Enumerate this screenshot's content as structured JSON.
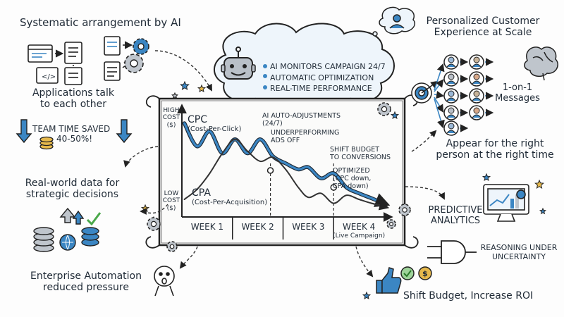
{
  "top_left_title": "Systematic arrangement by AI",
  "apps_talk": [
    "Applications talk",
    "to each other"
  ],
  "team_saved": [
    "TEAM TIME SAVED",
    "40-50%!"
  ],
  "real_world": [
    "Real-world data for",
    "strategic decisions"
  ],
  "enterprise": [
    "Enterprise Automation",
    "reduced pressure"
  ],
  "personalized": [
    "Personalized Customer",
    "Experience at Scale"
  ],
  "one_on_one": [
    "1-on-1",
    "Messages"
  ],
  "appear": [
    "Appear for the right",
    "person at the right time"
  ],
  "predictive": [
    "PREDICTIVE",
    "ANALYTICS"
  ],
  "reasoning": [
    "REASONING UNDER",
    "UNCERTAINTY"
  ],
  "shift_roi": "Shift Budget, Increase ROI",
  "bubble": {
    "items": [
      "AI MONITORS CAMPAIGN 24/7",
      "AUTOMATIC OPTIMIZATION",
      "REAL-TIME PERFORMANCE"
    ]
  },
  "chart": {
    "high_cost": [
      "HIGH",
      "COST",
      "($)"
    ],
    "low_cost": [
      "LOW",
      "COST",
      "($)"
    ],
    "cpc": [
      "CPC",
      "(Cost-Per-Click)"
    ],
    "cpa": [
      "CPA",
      "(Cost-Per-Acquisition)"
    ],
    "annotations": {
      "auto": [
        "AI AUTO-ADJUSTMENTS",
        "(24/7)"
      ],
      "under": [
        "UNDERPERFORMING",
        "ADS OFF"
      ],
      "shift": [
        "SHIFT BUDGET",
        "TO CONVERSIONS"
      ],
      "optimized": [
        "OPTIMIZED",
        "(CPC down,",
        "CPA down)"
      ]
    }
  },
  "chart_data": {
    "type": "line",
    "title": "",
    "xlabel": "",
    "ylabel": "",
    "categories": [
      "WEEK 1",
      "WEEK 2",
      "WEEK 3",
      "WEEK 4"
    ],
    "x_sublabels": [
      "",
      "",
      "",
      "(Live Campaign)"
    ],
    "x_range": [
      0.5,
      4.5
    ],
    "y_range": [
      0,
      100
    ],
    "series": [
      {
        "name": "CPC",
        "color": "#3b86c3",
        "x": [
          0.55,
          0.8,
          1.05,
          1.3,
          1.55,
          1.8,
          2.05,
          2.3,
          2.55,
          2.8,
          3.0,
          3.25,
          3.5,
          3.75,
          4.0,
          4.25,
          4.45
        ],
        "y": [
          88,
          65,
          80,
          58,
          72,
          58,
          72,
          55,
          48,
          42,
          44,
          33,
          38,
          24,
          18,
          13,
          9
        ]
      },
      {
        "name": "CPA",
        "color": "#333333",
        "x": [
          0.55,
          0.8,
          1.05,
          1.3,
          1.55,
          1.8,
          2.05,
          2.3,
          2.55,
          2.8,
          3.0,
          3.25,
          3.5,
          3.75,
          4.0,
          4.25,
          4.45
        ],
        "y": [
          12,
          22,
          38,
          58,
          72,
          60,
          50,
          54,
          42,
          24,
          14,
          18,
          8,
          16,
          12,
          8,
          6
        ]
      }
    ],
    "grid": false,
    "legend": "none"
  }
}
